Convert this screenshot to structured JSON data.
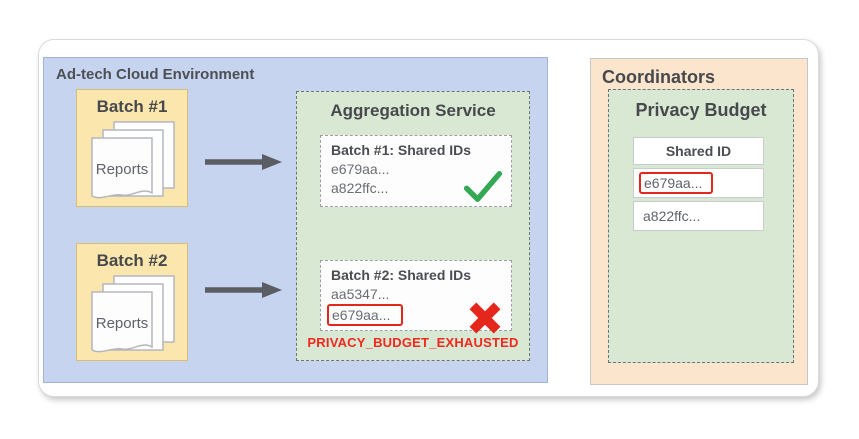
{
  "adtech": {
    "title": "Ad-tech Cloud Environment",
    "batches": [
      {
        "label": "Batch #1",
        "doc_label": "Reports"
      },
      {
        "label": "Batch #2",
        "doc_label": "Reports"
      }
    ],
    "aggregation": {
      "title": "Aggregation Service",
      "results": [
        {
          "title": "Batch #1: Shared IDs",
          "ids": [
            "e679aa...",
            "a822ffc..."
          ],
          "status": "success"
        },
        {
          "title": "Batch #2: Shared IDs",
          "ids": [
            "aa5347...",
            "e679aa..."
          ],
          "status": "failure",
          "flagged_id": "e679aa..."
        }
      ],
      "error_label": "PRIVACY_BUDGET_EXHAUSTED"
    }
  },
  "coordinators": {
    "title": "Coordinators",
    "privacy_budget": {
      "title": "Privacy Budget",
      "table": {
        "header": "Shared ID",
        "rows": [
          "e679aa...",
          "a822ffc..."
        ],
        "flagged_row_index": 0
      }
    }
  },
  "icons": {
    "reports_stack": "document-stack",
    "flow_arrow": "right-arrow",
    "success": "green-checkmark",
    "failure": "red-x"
  },
  "colors": {
    "env_blue": "#c7d4f0",
    "batch_yellow": "#fbe7ad",
    "panel_green": "#d9e8d3",
    "coordinators_orange": "#fce5cd",
    "success_green": "#34a853",
    "error_red": "#e5261d",
    "arrow_gray": "#5a5d61",
    "text_dark": "#47494d"
  }
}
